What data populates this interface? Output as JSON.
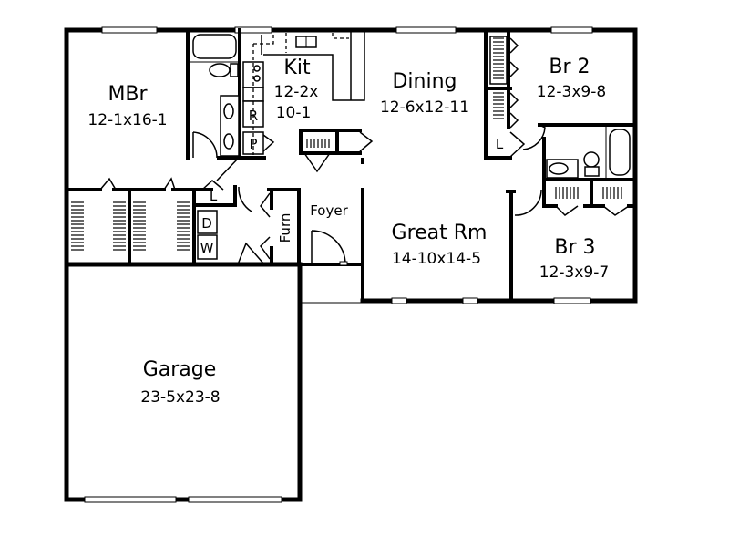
{
  "plan": {
    "rooms": {
      "mbr": {
        "name": "MBr",
        "dims": "12-1x16-1"
      },
      "kit": {
        "name": "Kit",
        "dims_line1": "12-2x",
        "dims_line2": "10-1"
      },
      "dining": {
        "name": "Dining",
        "dims": "12-6x12-11"
      },
      "br2": {
        "name": "Br 2",
        "dims": "12-3x9-8"
      },
      "great_rm": {
        "name": "Great Rm",
        "dims": "14-10x14-5"
      },
      "br3": {
        "name": "Br 3",
        "dims": "12-3x9-7"
      },
      "garage": {
        "name": "Garage",
        "dims": "23-5x23-8"
      },
      "foyer": {
        "name": "Foyer"
      }
    },
    "fixtures": {
      "refrigerator": "R",
      "pantry": "P",
      "linen_kitchen": "L",
      "linen_hall": "L",
      "linen_br2": "L",
      "dryer": "D",
      "washer": "W",
      "furnace": "Furn"
    }
  }
}
